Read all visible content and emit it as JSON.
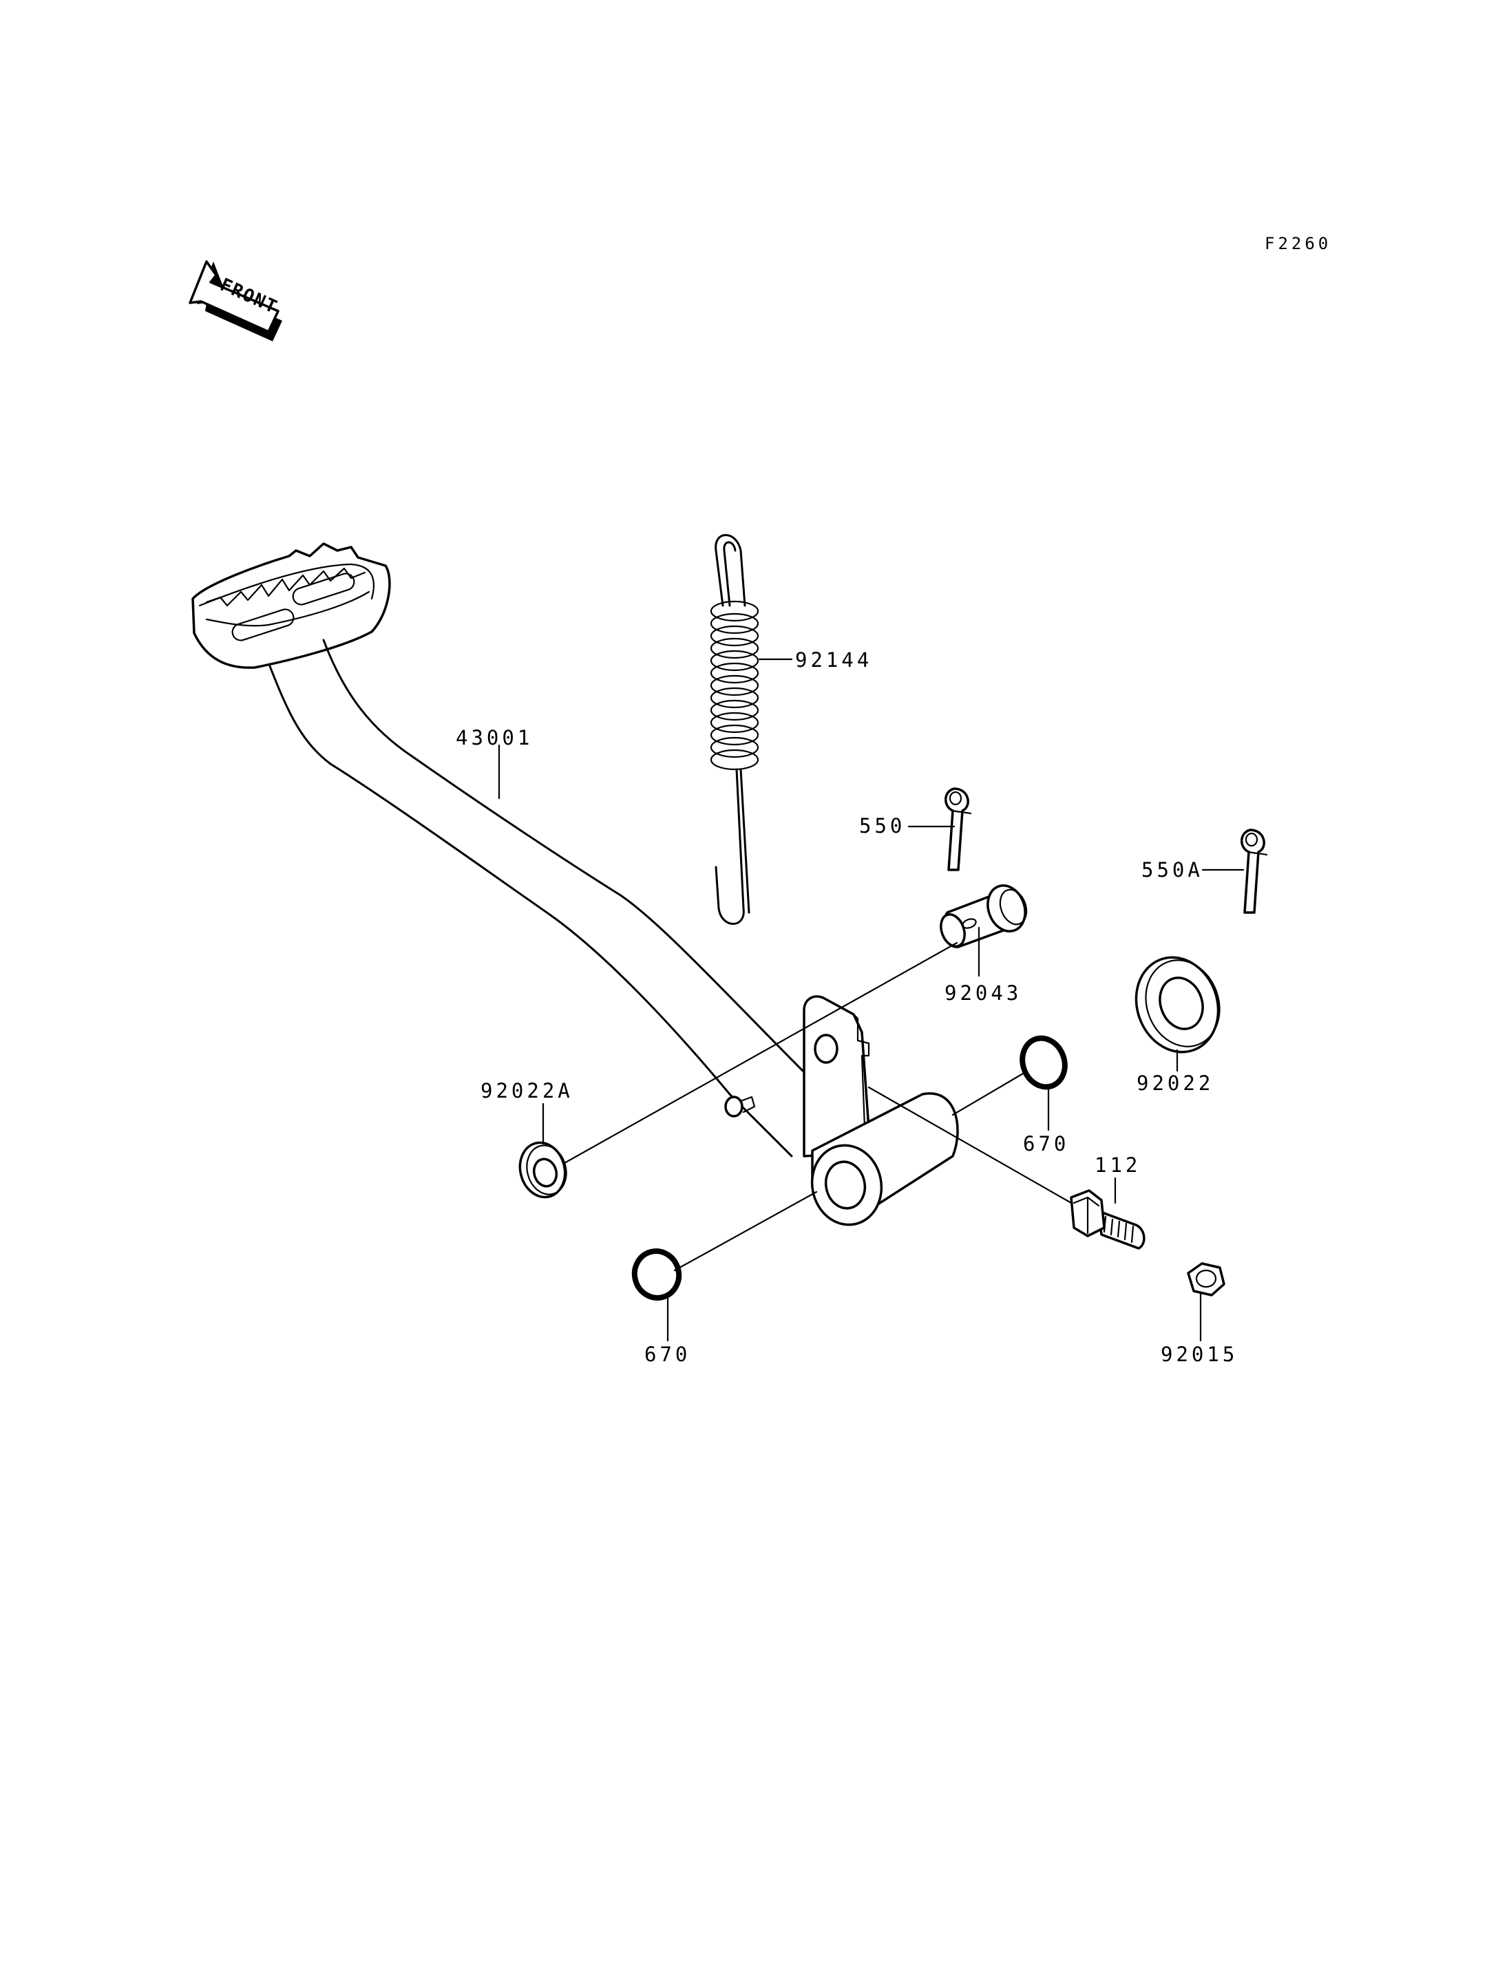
{
  "figure_code": "F2260",
  "front_arrow_text": "FRONT",
  "labels": {
    "lever": "43001",
    "spring": "92144",
    "cotter_pin": "550",
    "cotter_pin_a": "550A",
    "pin": "92043",
    "washer_left": "92022A",
    "washer_right": "92022",
    "o_ring_upper": "670",
    "o_ring_lower": "670",
    "bolt": "112",
    "nut": "92015"
  }
}
